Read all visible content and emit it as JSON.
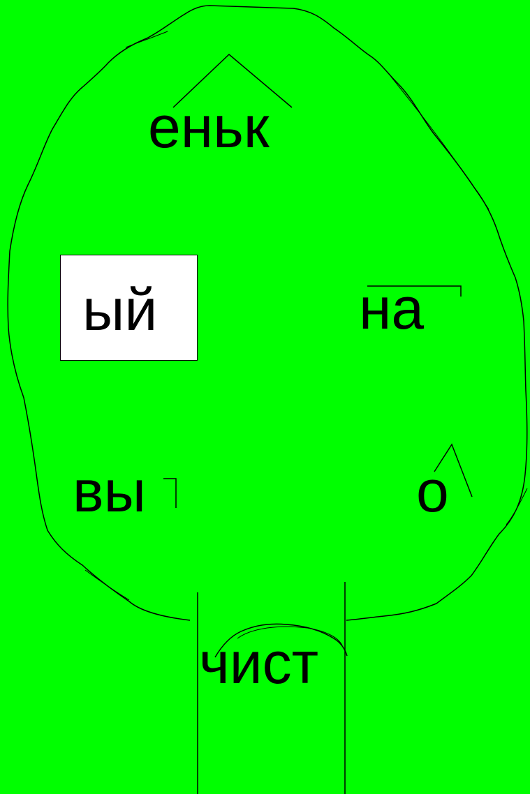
{
  "colors": {
    "background": "#00ff00",
    "stroke": "#000000",
    "ending_box": "#ffffff"
  },
  "morphemes": {
    "suffix": "еньк",
    "prefix": "на",
    "ending": "ый",
    "prefix_2": "вы",
    "connecting_vowel": "о",
    "root": "чист"
  }
}
